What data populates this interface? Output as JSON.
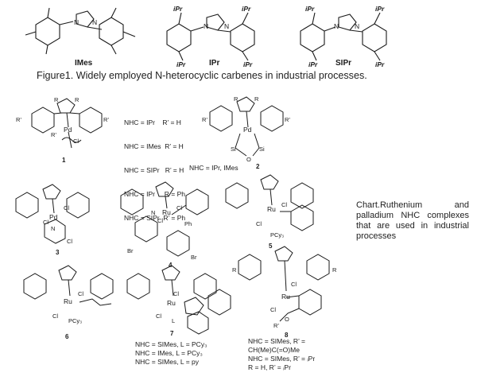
{
  "figure1": {
    "names": [
      "IMes",
      "IPr",
      "SIPr"
    ],
    "caption": "Figure1. Widely employed N-heterocyclic carbenes in industrial processes.",
    "ipr_label": "iPr"
  },
  "chart": {
    "caption": "Chart.Ruthenium and palladium NHC complexes that are used in industrial processes",
    "compound_numbers": [
      "1",
      "2",
      "3",
      "4",
      "5",
      "6",
      "7",
      "8"
    ],
    "legend_1": [
      "NHC = IPr    R’ = H",
      "NHC = IMes  R’ = H",
      "NHC = SIPr   R’ = H",
      "NHC = IPr     R = Ph",
      "NHC = SIPr  R’ = Ph"
    ],
    "legend_2": "NHC = IPr, IMes",
    "legend_7": [
      "NHC = SIMes, L = PCy₃",
      "NHC = IMes, L = PCy₃",
      "NHC = SIMes, L = py"
    ],
    "legend_8": [
      "NHC = SIMes, R’ =",
      "CH(Me)C(=O)Me",
      "NHC = SIMes, R’ = ᵢPr",
      "R = H, R’ = ᵢPr"
    ]
  },
  "atoms": {
    "N": "N",
    "Pd": "Pd",
    "Ru": "Ru",
    "Cl": "Cl",
    "Si": "Si",
    "O": "O",
    "Br": "Br",
    "Ph": "Ph",
    "PCy3": "PCy₃",
    "L": "L",
    "R": "R",
    "R_prime": "R’"
  }
}
